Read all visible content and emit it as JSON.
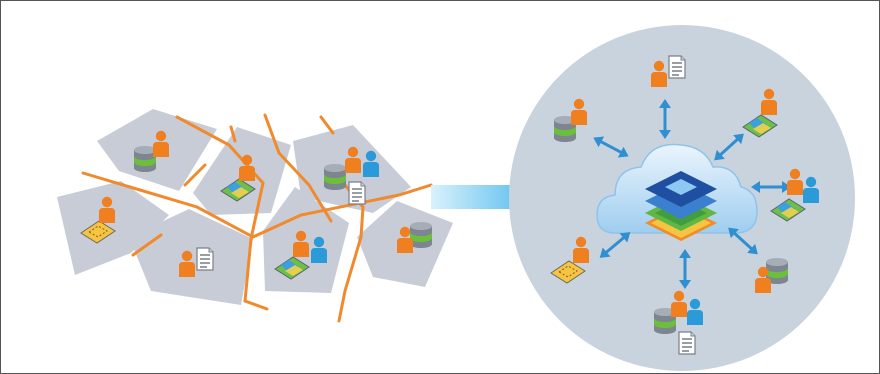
{
  "diagram": {
    "left_cluster": {
      "tiles": [
        {
          "id": "database-person",
          "icons": [
            "person-icon",
            "database-icon"
          ]
        },
        {
          "id": "map-person",
          "icons": [
            "person-icon",
            "map-icon"
          ]
        },
        {
          "id": "group-database-document",
          "icons": [
            "person-icon",
            "person-icon",
            "database-icon",
            "document-icon"
          ]
        },
        {
          "id": "dotted-map-person",
          "icons": [
            "person-icon",
            "dotted-map-icon"
          ]
        },
        {
          "id": "document-person",
          "icons": [
            "person-icon",
            "document-icon"
          ]
        },
        {
          "id": "group-map",
          "icons": [
            "person-icon",
            "person-icon",
            "map-icon"
          ]
        },
        {
          "id": "database-person-2",
          "icons": [
            "person-icon",
            "database-icon"
          ]
        }
      ],
      "separator_color": "#f08a2c",
      "tile_color": "#c7ccd6"
    },
    "transition_arrow": {
      "direction": "right",
      "color": "#29a6e6"
    },
    "right_cluster": {
      "background_color": "#c9d3de",
      "hub": {
        "icons": [
          "cloud-icon",
          "layer-stack-icon"
        ]
      },
      "spokes": [
        {
          "id": "top",
          "icons": [
            "person-icon",
            "document-icon"
          ]
        },
        {
          "id": "top-right",
          "icons": [
            "person-icon",
            "map-icon"
          ]
        },
        {
          "id": "right",
          "icons": [
            "person-icon",
            "person-icon",
            "map-icon"
          ]
        },
        {
          "id": "bottom-right",
          "icons": [
            "person-icon",
            "database-icon"
          ]
        },
        {
          "id": "bottom",
          "icons": [
            "person-icon",
            "person-icon",
            "database-icon",
            "document-icon"
          ]
        },
        {
          "id": "bottom-left",
          "icons": [
            "person-icon",
            "dotted-map-icon"
          ]
        },
        {
          "id": "left",
          "icons": [
            "person-icon",
            "database-icon"
          ]
        }
      ],
      "arrow_color": "#2f8fd0"
    },
    "accent_colors": {
      "person_orange": "#f07f1f",
      "person_blue": "#2a9ad8",
      "database_gray": "#7d8591",
      "database_green": "#6bbf3a",
      "map_blue": "#3b9fe0"
    }
  }
}
